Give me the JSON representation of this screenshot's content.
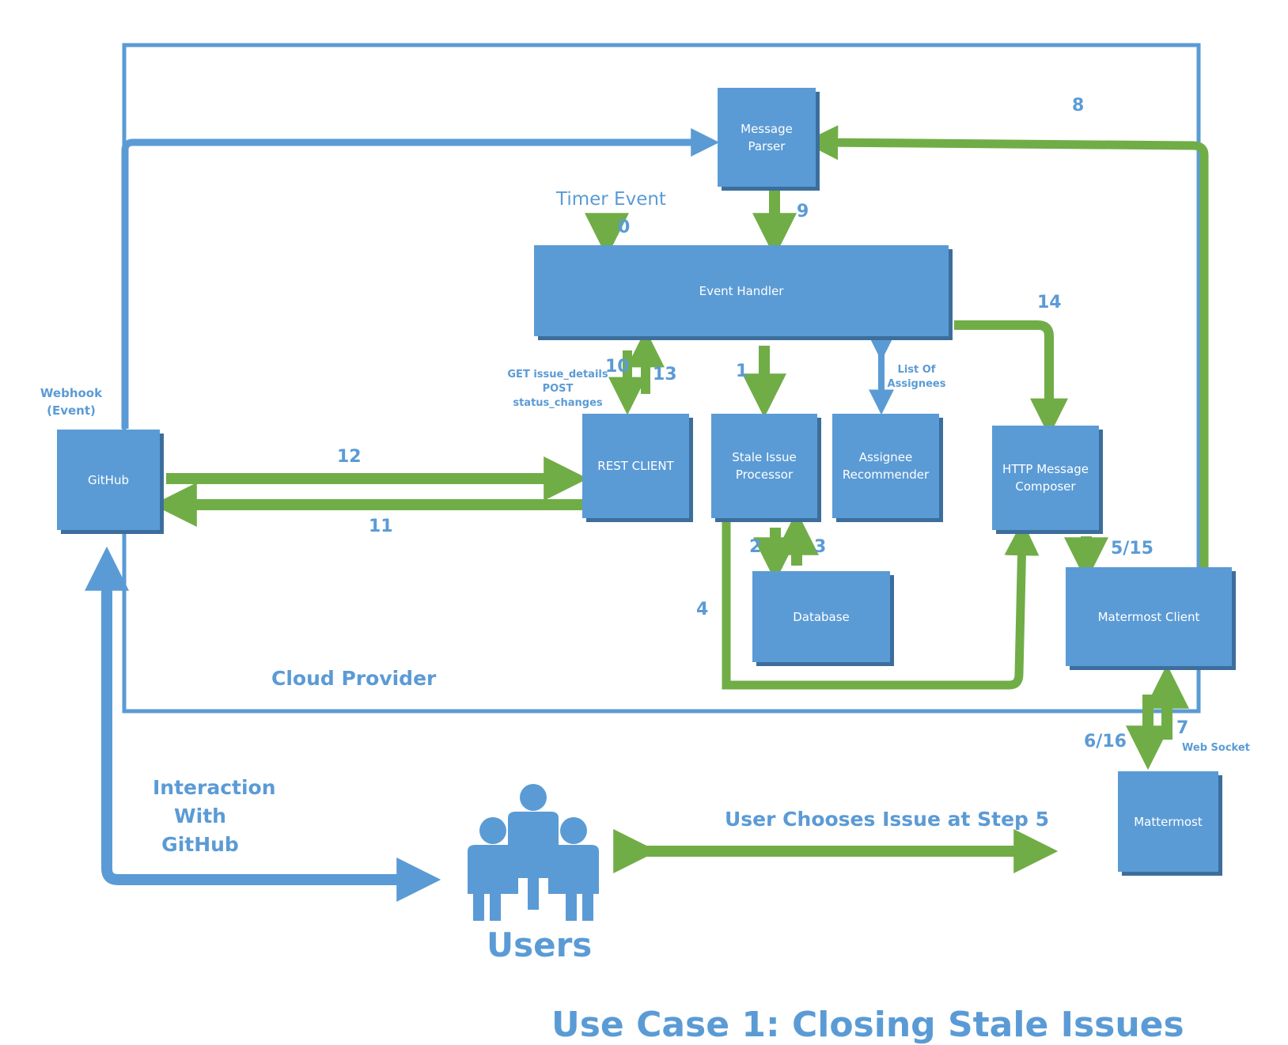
{
  "diagram": {
    "title": "Use Case 1: Closing Stale Issues",
    "boxes": {
      "message_parser": "Message Parser",
      "event_handler": "Event Handler",
      "rest_client": "REST CLIENT",
      "stale_issue_processor": "Stale Issue Processor",
      "assignee_recommender": "Assignee Recommender",
      "http_message_composer": "HTTP Message Composer",
      "database": "Database",
      "mattermost_client": "Matermost Client",
      "github": "GitHub",
      "mattermost": "Mattermost"
    },
    "labels": {
      "timer_event": "Timer Event",
      "cloud_provider": "Cloud Provider",
      "webhook": "Webhook (Event)",
      "get_post": "GET issue_details POST status_changes",
      "list_of_assignees": "List Of Assignees",
      "web_socket": "Web Socket",
      "interaction_github": "Interaction With GitHub",
      "user_chooses": "User Chooses Issue at Step 5",
      "users": "Users"
    },
    "step_numbers": {
      "s0": "0",
      "s1": "1",
      "s2": "2",
      "s3": "3",
      "s4": "4",
      "s5_15": "5/15",
      "s6_16": "6/16",
      "s7": "7",
      "s8": "8",
      "s9": "9",
      "s10": "10",
      "s11": "11",
      "s12": "12",
      "s13": "13",
      "s14": "14"
    },
    "colors": {
      "box": "#5b9bd5",
      "box_shadow": "#3c6e9c",
      "arrow_green": "#70ad47",
      "arrow_blue": "#5b9bd5"
    }
  }
}
